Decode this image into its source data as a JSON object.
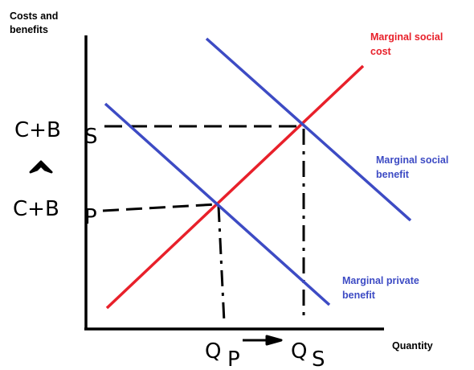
{
  "axes": {
    "y_label_line1": "Costs and",
    "y_label_line2": "benefits",
    "x_label": "Quantity"
  },
  "curves": {
    "msc": {
      "label_line1": "Marginal social",
      "label_line2": "cost",
      "color": "#e8202a"
    },
    "msb": {
      "label_line1": "Marginal social",
      "label_line2": "benefit",
      "color": "#3d4bc4"
    },
    "mpb": {
      "label_line1": "Marginal private",
      "label_line2": "benefit",
      "color": "#3d4bc4"
    }
  },
  "markers": {
    "price_social": "C+B",
    "price_social_sub": "S",
    "price_private": "C+B",
    "price_private_sub": "P",
    "qty_private": "Q",
    "qty_private_sub": "P",
    "qty_social": "Q",
    "qty_social_sub": "S"
  },
  "colors": {
    "axis": "#000000",
    "ink": "#000000"
  }
}
